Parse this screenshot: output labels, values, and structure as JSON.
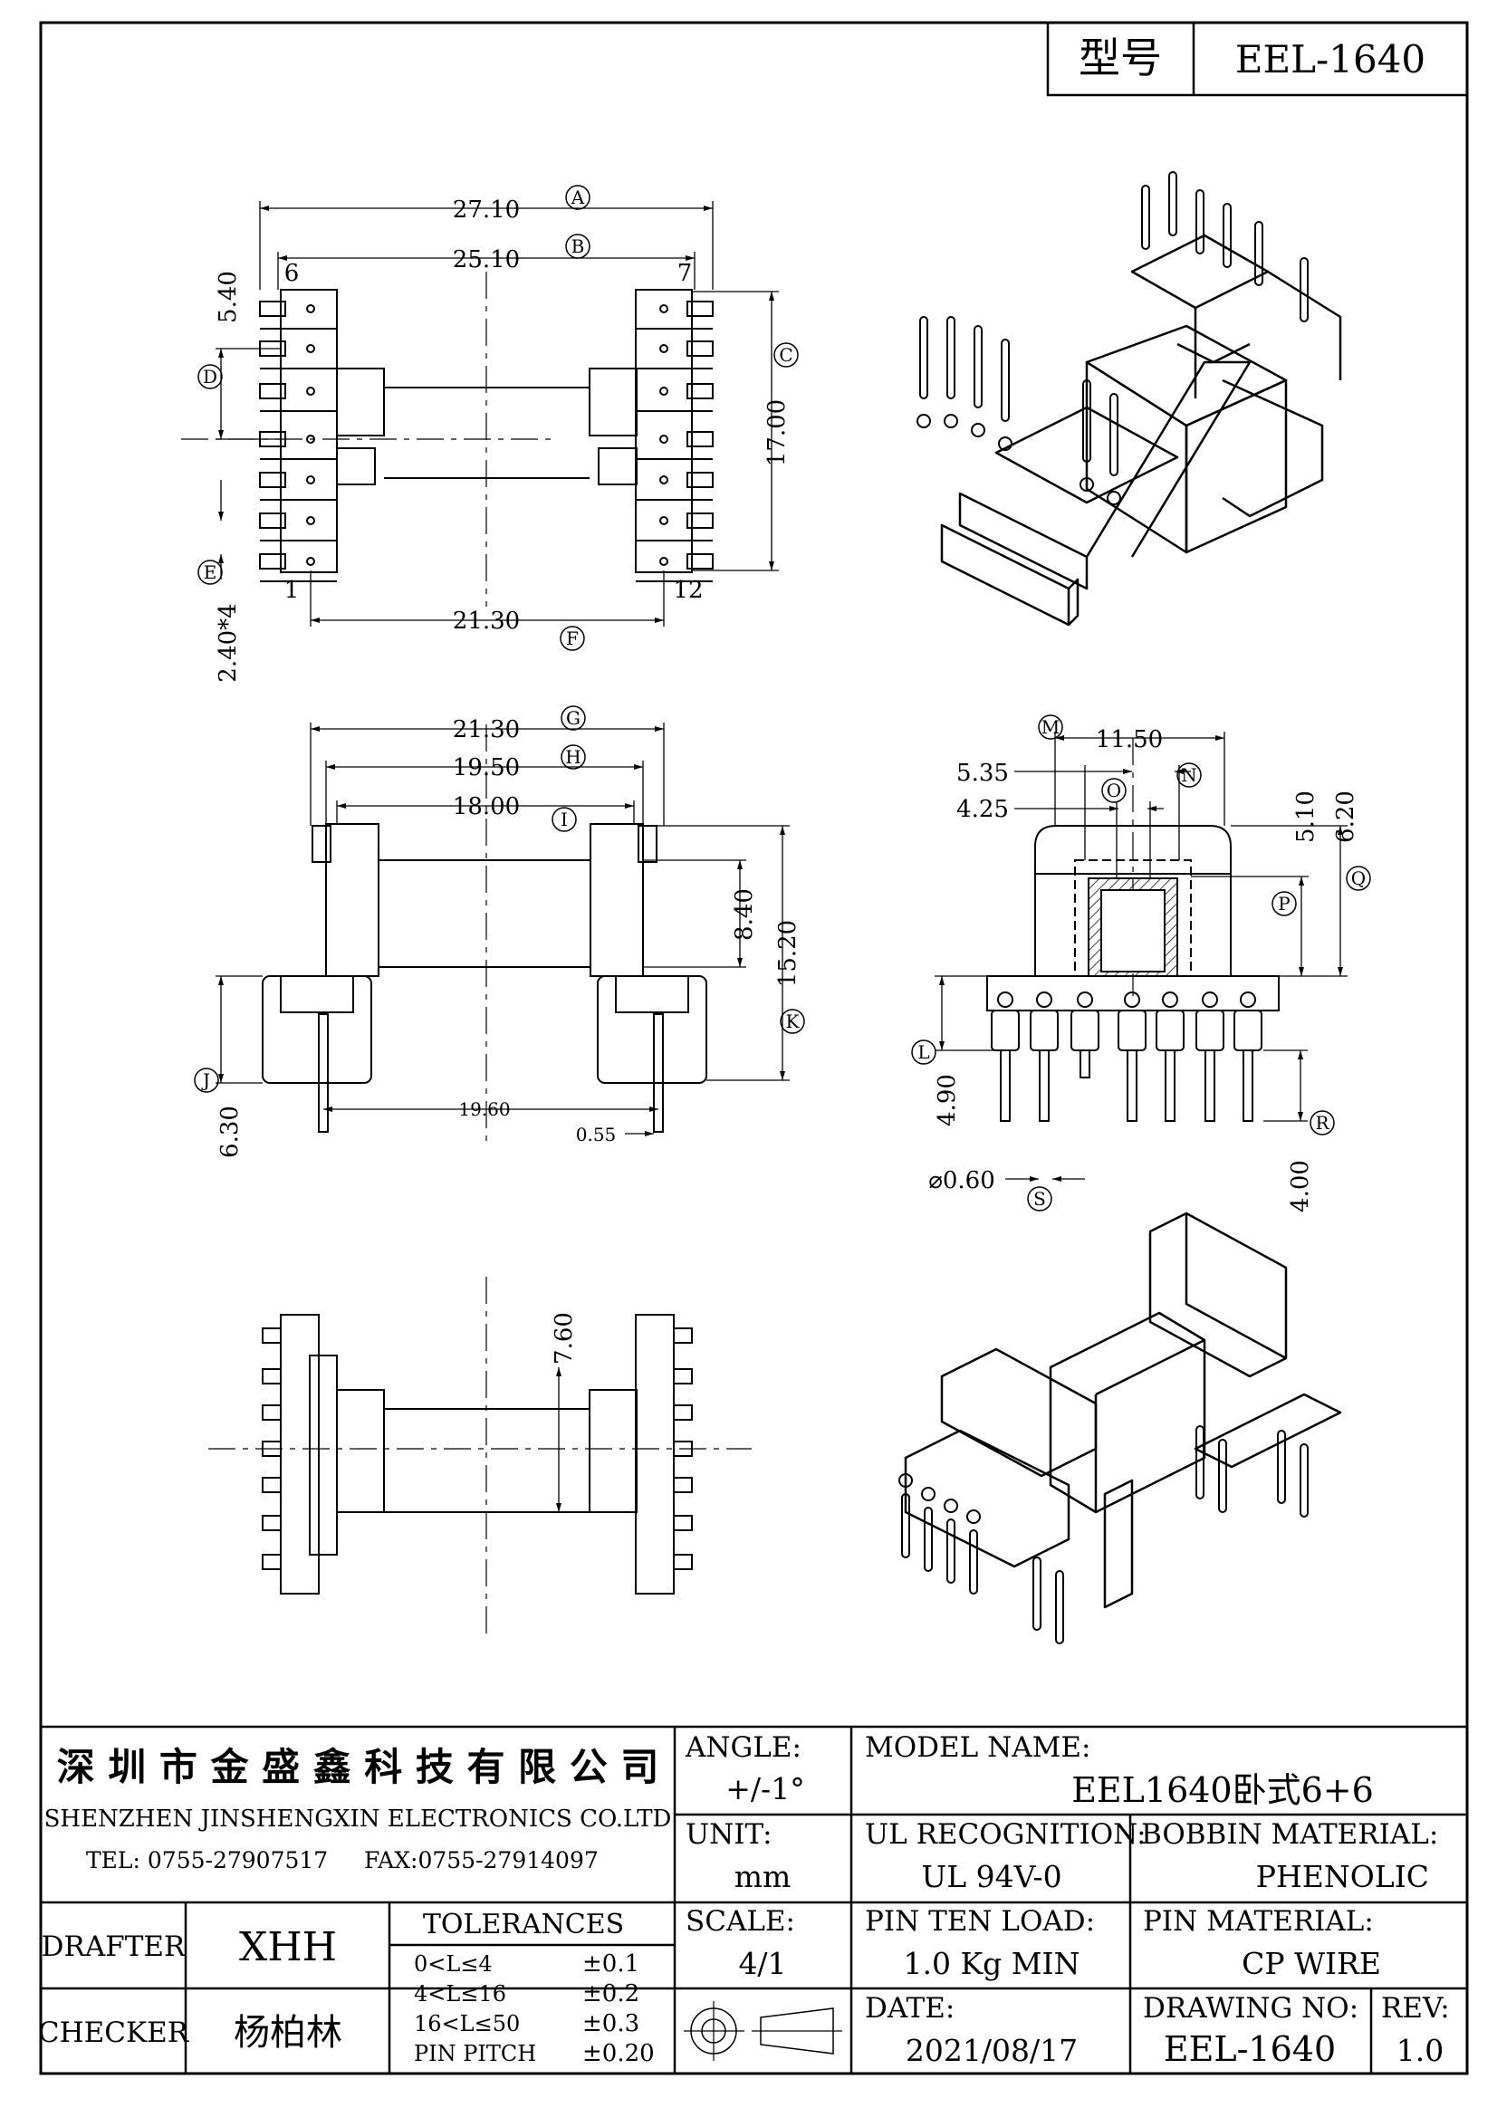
{
  "header": {
    "type_label": "型号",
    "model": "EEL-1640"
  },
  "top_view": {
    "dims": {
      "a": "27.10",
      "b": "25.10",
      "c": "17.00",
      "d": "5.40",
      "e": "2.40*4",
      "f": "21.30"
    },
    "pins": {
      "p6": "6",
      "p7": "7",
      "p1": "1",
      "p12": "12"
    }
  },
  "side_view": {
    "dims": {
      "g": "21.30",
      "h": "19.50",
      "i": "18.00",
      "j": "6.30",
      "k": "15.20",
      "inner": "8.40",
      "span": "19.60",
      "pin": "0.55"
    }
  },
  "front_view": {
    "dims": {
      "m": "11.50",
      "n": "5.35",
      "o": "4.25",
      "p": "5.10",
      "q": "6.20",
      "l": "4.90",
      "r": "4.00",
      "s": "⌀0.60"
    }
  },
  "bottom_view": {
    "dims": {
      "h": "7.60"
    }
  },
  "callouts": {
    "a": "A",
    "b": "B",
    "c": "C",
    "d": "D",
    "e": "E",
    "f": "F",
    "g": "G",
    "h": "H",
    "i": "I",
    "j": "J",
    "k": "K",
    "l": "L",
    "m": "M",
    "n": "N",
    "o": "O",
    "p": "P",
    "q": "Q",
    "r": "R",
    "s": "S"
  },
  "title_block": {
    "company_cn": "深 圳 市 金 盛 鑫 科 技 有 限 公 司",
    "company_en": "SHENZHEN JINSHENGXIN ELECTRONICS CO.LTD",
    "tel": "TEL: 0755-27907517",
    "fax": "FAX:0755-27914097",
    "angle_label": "ANGLE:",
    "angle_value": "+/-1°",
    "unit_label": "UNIT:",
    "unit_value": "mm",
    "scale_label": "SCALE:",
    "scale_value": "4/1",
    "model_name_label": "MODEL NAME:",
    "model_name_value": "EEL1640卧式6+6",
    "ul_label": "UL RECOGNITION:",
    "ul_value": "UL 94V-0",
    "bobbin_label": "BOBBIN MATERIAL:",
    "bobbin_value": "PHENOLIC",
    "pin_load_label": "PIN TEN LOAD:",
    "pin_load_value": "1.0 Kg MIN",
    "pin_material_label": "PIN MATERIAL:",
    "pin_material_value": "CP WIRE",
    "date_label": "DATE:",
    "date_value": "2021/08/17",
    "drawing_no_label": "DRAWING NO:",
    "drawing_no_value": "EEL-1640",
    "rev_label": "REV:",
    "rev_value": "1.0",
    "drafter_label": "DRAFTER",
    "drafter_value": "XHH",
    "checker_label": "CHECKER",
    "checker_value": "杨柏林",
    "tolerances_label": "TOLERANCES",
    "tolerances": [
      {
        "range": "0<L≤4",
        "value": "±0.1"
      },
      {
        "range": "4<L≤16",
        "value": "±0.2"
      },
      {
        "range": "16<L≤50",
        "value": "±0.3"
      },
      {
        "range": "PIN PITCH",
        "value": "±0.20"
      }
    ]
  }
}
